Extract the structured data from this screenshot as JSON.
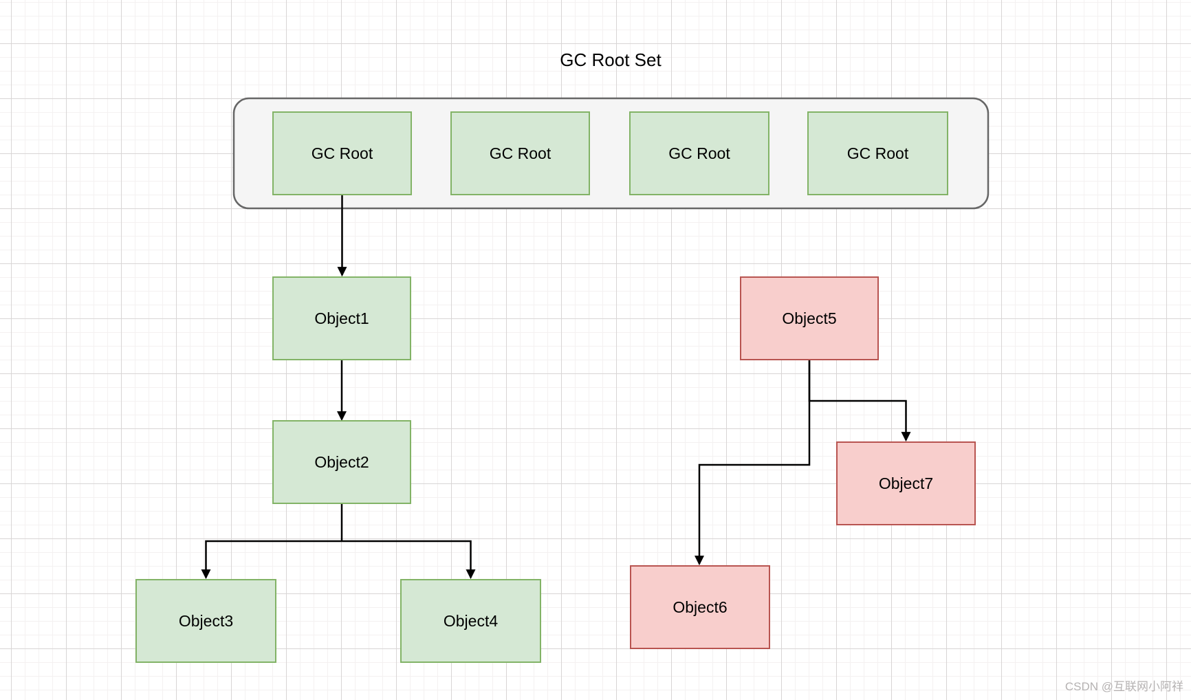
{
  "diagram": {
    "title": "GC Root Set",
    "gc_root_set": {
      "roots": [
        {
          "label": "GC Root"
        },
        {
          "label": "GC Root"
        },
        {
          "label": "GC Root"
        },
        {
          "label": "GC Root"
        }
      ]
    },
    "objects": [
      {
        "label": "Object1",
        "status": "reachable"
      },
      {
        "label": "Object2",
        "status": "reachable"
      },
      {
        "label": "Object3",
        "status": "reachable"
      },
      {
        "label": "Object4",
        "status": "reachable"
      },
      {
        "label": "Object5",
        "status": "unreachable"
      },
      {
        "label": "Object6",
        "status": "unreachable"
      },
      {
        "label": "Object7",
        "status": "unreachable"
      }
    ],
    "edges": [
      {
        "from": "GC Root",
        "to": "Object1"
      },
      {
        "from": "Object1",
        "to": "Object2"
      },
      {
        "from": "Object2",
        "to": "Object3"
      },
      {
        "from": "Object2",
        "to": "Object4"
      },
      {
        "from": "Object5",
        "to": "Object7"
      },
      {
        "from": "Object5",
        "to": "Object6"
      }
    ],
    "watermark": "CSDN @互联网小阿祥",
    "colors": {
      "reachable_fill": "#d5e8d4",
      "reachable_stroke": "#82b366",
      "unreachable_fill": "#f8cecc",
      "unreachable_stroke": "#b85450",
      "container_fill": "#f5f5f5",
      "container_stroke": "#666666",
      "edge_color": "#000000",
      "watermark_color": "#b5b2b2"
    }
  }
}
